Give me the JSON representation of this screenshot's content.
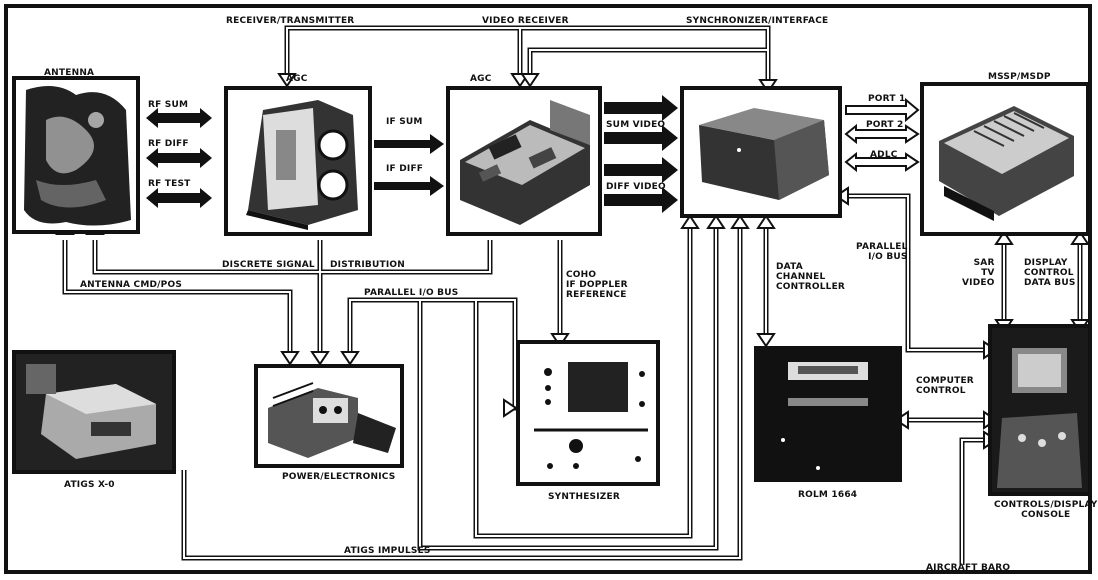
{
  "units": {
    "antenna": "ANTENNA",
    "agc1": "AGC",
    "agc2": "AGC",
    "mssp": "MSSP/MSDP",
    "power": "POWER/ELECTRONICS",
    "synth": "SYNTHESIZER",
    "rolm": "ROLM 1664",
    "console": "CONTROLS/DISPLAY\nCONSOLE",
    "atigs": "ATIGS X-0"
  },
  "top_labels": {
    "receiver": "RECEIVER/TRANSMITTER",
    "video_receiver": "VIDEO RECEIVER",
    "synchronizer": "SYNCHRONIZER/INTERFACE"
  },
  "signals": {
    "rf_sum": "RF SUM",
    "rf_diff": "RF DIFF",
    "rf_test": "RF TEST",
    "if_sum": "IF SUM",
    "if_diff": "IF DIFF",
    "sum_video": "SUM VIDEO",
    "diff_video": "DIFF VIDEO",
    "port1": "PORT 1",
    "port2": "PORT 2",
    "adlc": "ADLC",
    "discrete_signal": "DISCRETE SIGNAL",
    "distribution": "DISTRIBUTION",
    "antenna_cmd": "ANTENNA CMD/POS",
    "parallel_io_bus": "PARALLEL I/O BUS",
    "coho": "COHO\nIF DOPPLER\nREFERENCE",
    "data_channel": "DATA\nCHANNEL\nCONTROLLER",
    "parallel_io_bus2": "PARALLEL\nI/O BUS",
    "sar_tv": "SAR\nTV\nVIDEO",
    "display_control": "DISPLAY\nCONTROL\nDATA BUS",
    "computer_control": "COMPUTER\nCONTROL",
    "atigs_impulses": "ATIGS IMPULSES",
    "aircraft_baro": "AIRCRAFT BARO"
  }
}
